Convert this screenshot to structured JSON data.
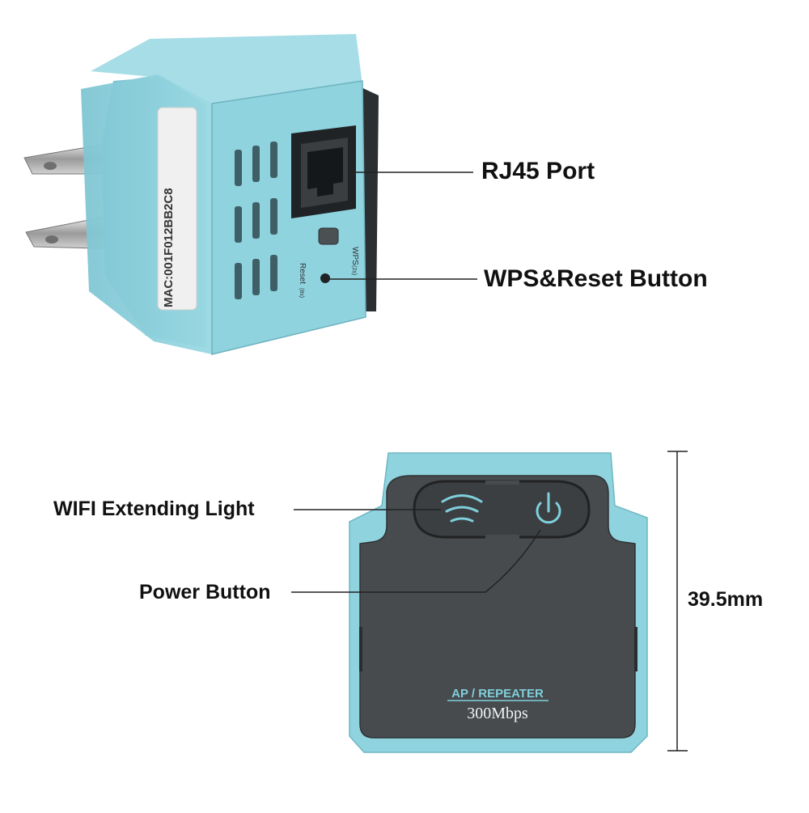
{
  "callouts": {
    "rj45_port": "RJ45 Port",
    "wps_reset_button": "WPS&Reset Button",
    "wifi_extending_light": "WIFI Extending Light",
    "power_button": "Power Button",
    "height_dimension": "39.5mm"
  },
  "device_side": {
    "mac_label": "MAC:001F012BB2C8",
    "wps_label": "WPS",
    "wps_hold": "(2s)",
    "reset_label": "Reset",
    "reset_hold": "(8s)"
  },
  "device_front": {
    "mode_label": "AP / REPEATER",
    "speed_label": "300Mbps"
  },
  "colors": {
    "shell_blue": "#8fd3df",
    "panel_dark": "#474b4e",
    "accent_cyan": "#7fd0dc",
    "line": "#222222"
  },
  "icons": [
    "wifi-icon",
    "power-icon"
  ]
}
